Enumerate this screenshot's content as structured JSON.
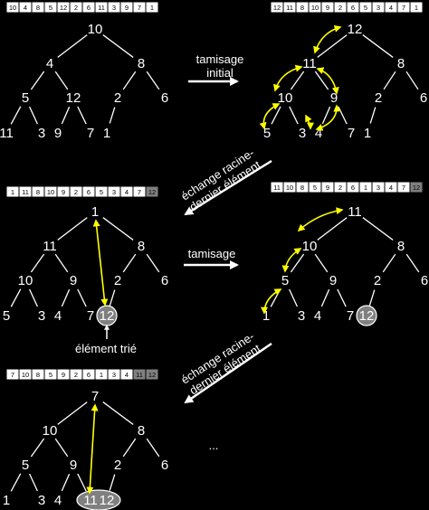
{
  "colors": {
    "background": "#000000",
    "text": "#ffffff",
    "array_cell_fill": "#ffffff",
    "array_cell_text": "#000000",
    "sorted_cell_fill": "#808080",
    "swap_arrow": "#ffff00",
    "sorted_node": "#808080"
  },
  "labels": {
    "tamisage_initial": [
      "tamisage",
      "initial"
    ],
    "echange_1": [
      "échange racine-",
      "dernier élément"
    ],
    "tamisage": [
      "tamisage"
    ],
    "echange_2": [
      "échange racine-",
      "dernier élément"
    ],
    "element_trie": "élément trié",
    "ellipsis": "..."
  },
  "arrays": {
    "a": {
      "values": [
        "10",
        "4",
        "8",
        "5",
        "12",
        "2",
        "6",
        "11",
        "3",
        "9",
        "7",
        "1"
      ],
      "sorted_count": 0
    },
    "b": {
      "values": [
        "12",
        "11",
        "8",
        "10",
        "9",
        "2",
        "6",
        "5",
        "3",
        "4",
        "7",
        "1"
      ],
      "sorted_count": 0
    },
    "c": {
      "values": [
        "1",
        "11",
        "8",
        "10",
        "9",
        "2",
        "6",
        "5",
        "3",
        "4",
        "7",
        "12"
      ],
      "sorted_count": 1
    },
    "d": {
      "values": [
        "11",
        "10",
        "8",
        "5",
        "9",
        "2",
        "6",
        "1",
        "3",
        "4",
        "7",
        "12"
      ],
      "sorted_count": 1
    },
    "e": {
      "values": [
        "7",
        "10",
        "8",
        "5",
        "9",
        "2",
        "6",
        "1",
        "3",
        "4",
        "11",
        "12"
      ],
      "sorted_count": 2
    }
  },
  "trees": {
    "t1": {
      "nodes": [
        "10",
        "4",
        "8",
        "5",
        "12",
        "2",
        "6",
        "11",
        "3",
        "9",
        "7",
        "1"
      ]
    },
    "t2": {
      "nodes": [
        "12",
        "11",
        "8",
        "10",
        "9",
        "2",
        "6",
        "5",
        "3",
        "4",
        "7",
        "1"
      ]
    },
    "t3": {
      "nodes": [
        "1",
        "11",
        "8",
        "10",
        "9",
        "2",
        "6",
        "5",
        "3",
        "4",
        "7",
        "12"
      ]
    },
    "t4": {
      "nodes": [
        "11",
        "10",
        "8",
        "5",
        "9",
        "2",
        "6",
        "1",
        "3",
        "4",
        "7",
        "12"
      ]
    },
    "t5": {
      "nodes": [
        "7",
        "10",
        "8",
        "5",
        "9",
        "2",
        "6",
        "1",
        "3",
        "4",
        "11",
        "12"
      ]
    }
  }
}
